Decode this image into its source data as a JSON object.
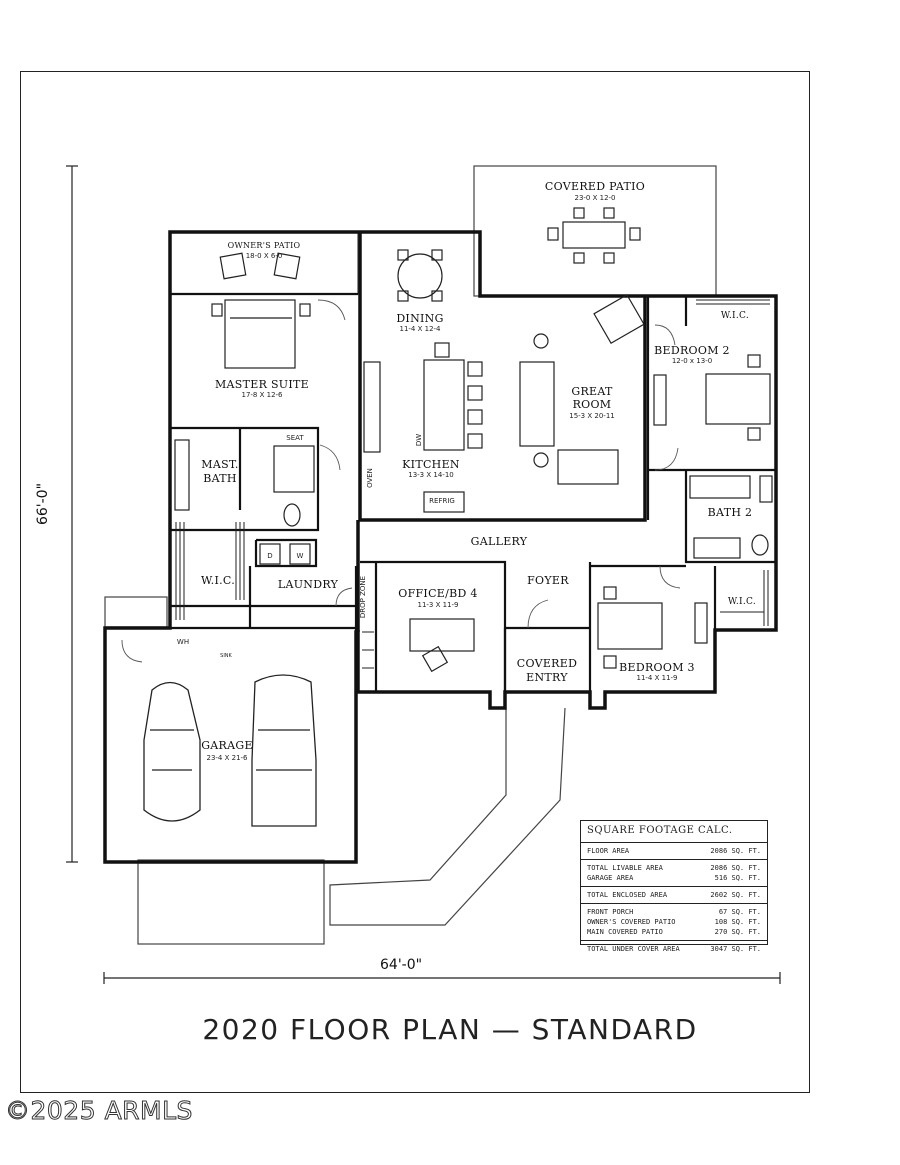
{
  "title": "2020 FLOOR PLAN — STANDARD",
  "dimensions": {
    "width": "64'-0\"",
    "height": "66'-0\""
  },
  "copyright": "©2025 ARMLS",
  "rooms": {
    "covered_patio": {
      "name": "COVERED PATIO",
      "size": "23-0 X 12-0"
    },
    "owners_patio": {
      "name": "OWNER'S PATIO",
      "size": "18-0 X 6-0"
    },
    "dining": {
      "name": "DINING",
      "size": "11-4 X 12-4"
    },
    "master_suite": {
      "name": "MASTER SUITE",
      "size": "17-8 X 12-6"
    },
    "great_room": {
      "name": "GREAT ROOM",
      "size": "15-3 X 20-11"
    },
    "bedroom2": {
      "name": "BEDROOM 2",
      "size": "12-0 x 13-0"
    },
    "kitchen": {
      "name": "KITCHEN",
      "size": "13-3 X 14-10"
    },
    "mast_bath": {
      "name": "MAST. BATH"
    },
    "bath2": {
      "name": "BATH 2"
    },
    "gallery": {
      "name": "GALLERY"
    },
    "wic_master": {
      "name": "W.I.C."
    },
    "wic_bed2": {
      "name": "W.I.C."
    },
    "wic_bed3": {
      "name": "W.I.C."
    },
    "laundry": {
      "name": "LAUNDRY"
    },
    "office": {
      "name": "OFFICE/BD 4",
      "size": "11-3 X 11-9"
    },
    "foyer": {
      "name": "FOYER"
    },
    "covered_entry": {
      "name": "COVERED ENTRY"
    },
    "bedroom3": {
      "name": "BEDROOM 3",
      "size": "11-4 X 11-9"
    },
    "garage": {
      "name": "GARAGE",
      "size": "23-4 X 21-6"
    }
  },
  "fixtures": {
    "seat": "SEAT",
    "oven": "OVEN",
    "refrig": "REFRIG",
    "dw": "DW",
    "drop_zone": "DROP ZONE",
    "wh": "WH",
    "sink": "SINK",
    "d": "D",
    "w": "W"
  },
  "sqft": {
    "heading": "SQUARE FOOTAGE CALC.",
    "groups": [
      [
        {
          "label": "FLOOR AREA",
          "value": "2086 SQ. FT."
        }
      ],
      [
        {
          "label": "TOTAL LIVABLE AREA",
          "value": "2086 SQ. FT."
        },
        {
          "label": "GARAGE AREA",
          "value": "516 SQ. FT."
        }
      ],
      [
        {
          "label": "TOTAL ENCLOSED AREA",
          "value": "2602 SQ. FT."
        }
      ],
      [
        {
          "label": "FRONT PORCH",
          "value": "67 SQ. FT."
        },
        {
          "label": "OWNER'S COVERED PATIO",
          "value": "108 SQ. FT."
        },
        {
          "label": "MAIN COVERED PATIO",
          "value": "270 SQ. FT."
        }
      ],
      [
        {
          "label": "TOTAL UNDER COVER AREA",
          "value": "3047 SQ. FT."
        }
      ]
    ]
  }
}
